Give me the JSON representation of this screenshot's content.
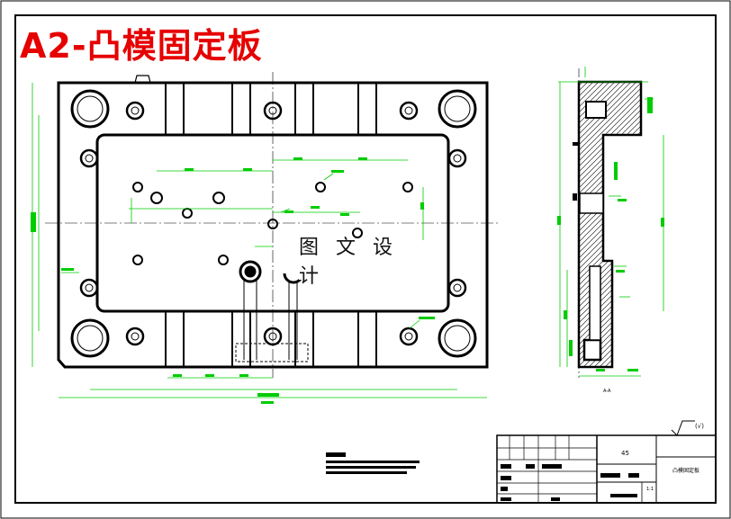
{
  "title": "A2-凸模固定板",
  "watermark": "图 文 设 计",
  "title_block": {
    "material": "45",
    "part_name": "凸模固定板",
    "scale": "1:1",
    "surface_roughness": "(√)"
  },
  "section_label": "A-A",
  "colors": {
    "title": "#e60000",
    "lines": "#000000",
    "dimensions": "#00cc00",
    "accent": "#ff0000"
  }
}
